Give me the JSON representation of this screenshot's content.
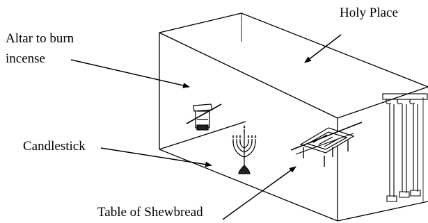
{
  "diagram": {
    "labels": {
      "holy_place": "Holy Place",
      "altar_line1": "Altar to burn",
      "altar_line2": "incense",
      "candlestick": "Candlestick",
      "table": "Table of Shewbread"
    },
    "colors": {
      "ink": "#000000",
      "background": "#ffffff"
    }
  }
}
